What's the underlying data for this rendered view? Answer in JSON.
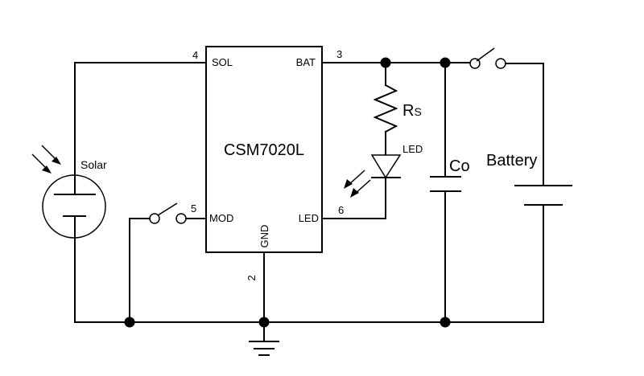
{
  "ic": {
    "name": "CSM7020L",
    "pins": {
      "sol": {
        "label": "SOL",
        "number": "4"
      },
      "bat": {
        "label": "BAT",
        "number": "3"
      },
      "mod": {
        "label": "MOD",
        "number": "5"
      },
      "led": {
        "label": "LED",
        "number": "6"
      },
      "gnd": {
        "label": "GND",
        "number": "2"
      }
    }
  },
  "components": {
    "solar": "Solar",
    "resistor": {
      "main": "R",
      "sub": "S"
    },
    "led": "LED",
    "capacitor": "Co",
    "battery": "Battery"
  }
}
